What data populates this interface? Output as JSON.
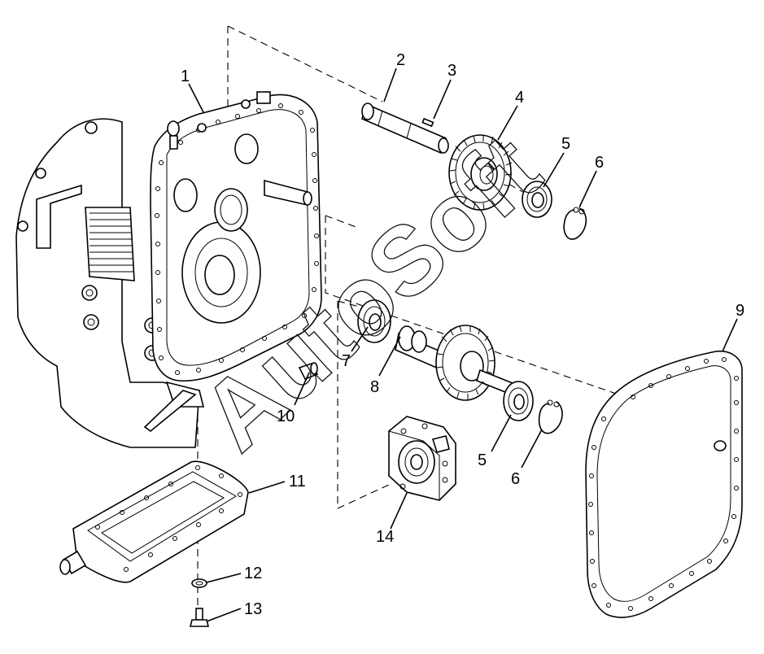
{
  "watermark": "AutoSoft",
  "callouts": [
    {
      "id": "callout-1",
      "text": "1"
    },
    {
      "id": "callout-2",
      "text": "2"
    },
    {
      "id": "callout-3",
      "text": "3"
    },
    {
      "id": "callout-4",
      "text": "4"
    },
    {
      "id": "callout-5-upper",
      "text": "5"
    },
    {
      "id": "callout-6-upper",
      "text": "6"
    },
    {
      "id": "callout-7",
      "text": "7"
    },
    {
      "id": "callout-8",
      "text": "8"
    },
    {
      "id": "callout-5-lower",
      "text": "5"
    },
    {
      "id": "callout-6-lower",
      "text": "6"
    },
    {
      "id": "callout-9",
      "text": "9"
    },
    {
      "id": "callout-10",
      "text": "10"
    },
    {
      "id": "callout-11",
      "text": "11"
    },
    {
      "id": "callout-12",
      "text": "12"
    },
    {
      "id": "callout-13",
      "text": "13"
    },
    {
      "id": "callout-14",
      "text": "14"
    }
  ]
}
